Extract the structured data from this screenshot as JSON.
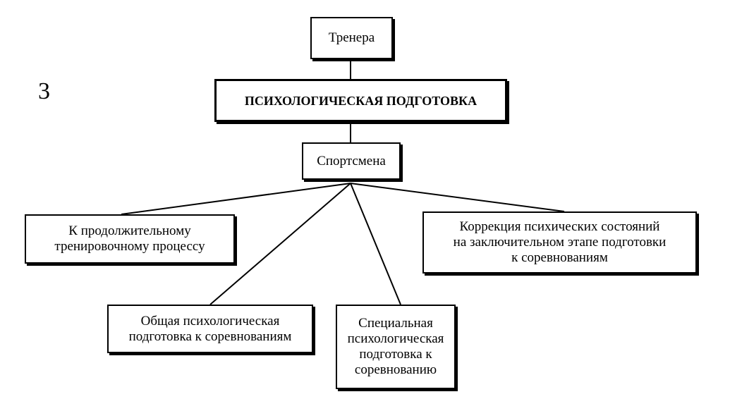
{
  "figure": {
    "number_label": "3",
    "nodes": {
      "trainer": "Тренера",
      "root": "ПСИХОЛОГИЧЕСКАЯ ПОДГОТОВКА",
      "athlete": "Спортсмена",
      "long_term": "К продолжительному\nтренировочному процессу",
      "correction": "Коррекция психических состояний\nна заключительном этапе подготовки\nк соревнованиям",
      "general": "Общая психологическая\nподготовка к соревнованиям",
      "special": "Специальная\nпсихологическая\nподготовка к\nсоревнованию"
    },
    "edges": [
      [
        "trainer",
        "root"
      ],
      [
        "root",
        "athlete"
      ],
      [
        "athlete",
        "long_term"
      ],
      [
        "athlete",
        "correction"
      ],
      [
        "athlete",
        "general"
      ],
      [
        "athlete",
        "special"
      ]
    ]
  }
}
